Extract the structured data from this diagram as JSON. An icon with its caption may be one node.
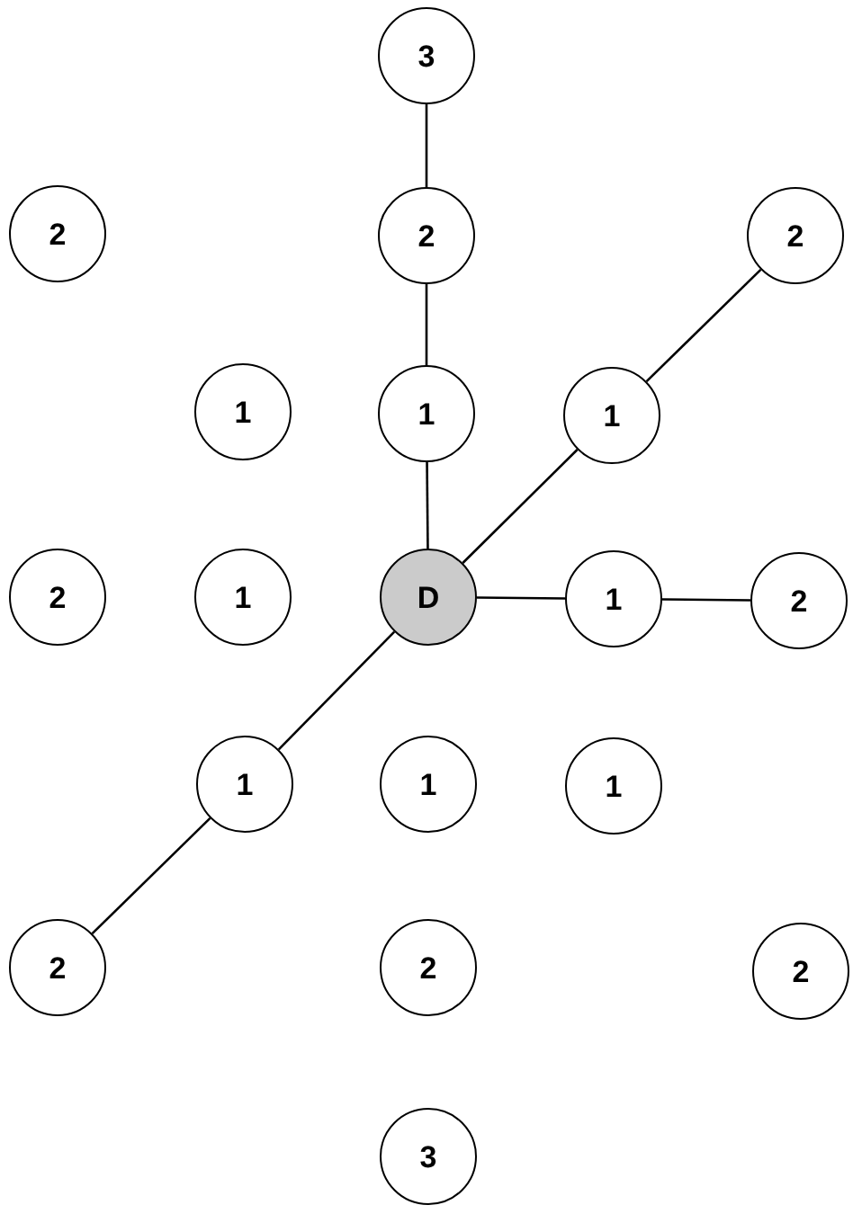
{
  "diagram": {
    "nodes": [
      {
        "text": [
          "3"
        ]
      },
      {
        "text": [
          "2"
        ]
      },
      {
        "text": [
          "2"
        ]
      },
      {
        "text": [
          "2"
        ]
      },
      {
        "text": [
          "1"
        ]
      },
      {
        "text": [
          "1"
        ]
      },
      {
        "text": [
          "1"
        ]
      },
      {
        "text": [
          "2"
        ]
      },
      {
        "text": [
          "1"
        ]
      },
      {
        "text": [
          "D"
        ]
      },
      {
        "text": [
          "1"
        ]
      },
      {
        "text": [
          "2"
        ]
      },
      {
        "text": [
          "1"
        ]
      },
      {
        "text": [
          "1"
        ]
      },
      {
        "text": [
          "1"
        ]
      },
      {
        "text": [
          "2"
        ]
      },
      {
        "text": [
          "2"
        ]
      },
      {
        "text": [
          "2"
        ]
      },
      {
        "text": [
          "3"
        ]
      }
    ],
    "edges": [
      {
        "from": 0,
        "to": 2,
        "arrow": "none"
      },
      {
        "from": 2,
        "to": 5,
        "arrow": "none"
      },
      {
        "from": 5,
        "to": 9,
        "arrow": "none"
      },
      {
        "from": 9,
        "to": 6,
        "arrow": "none"
      },
      {
        "from": 6,
        "to": 3,
        "arrow": "none"
      },
      {
        "from": 9,
        "to": 10,
        "arrow": "none"
      },
      {
        "from": 10,
        "to": 11,
        "arrow": "none"
      },
      {
        "from": 9,
        "to": 12,
        "arrow": "none"
      },
      {
        "from": 12,
        "to": 15,
        "arrow": "none"
      }
    ]
  }
}
